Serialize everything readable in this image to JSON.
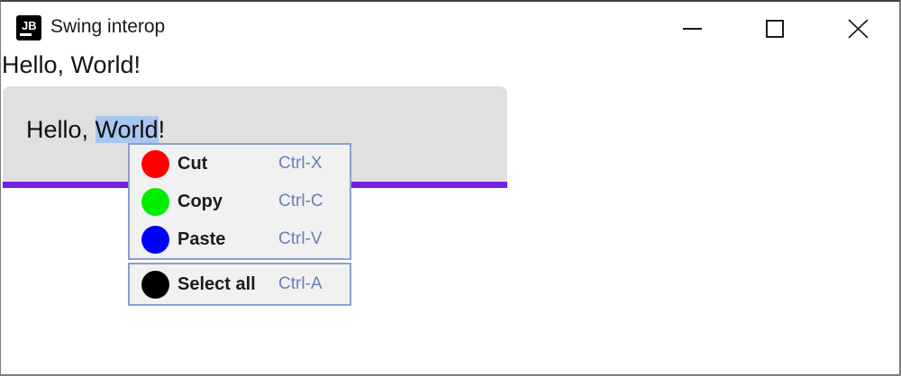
{
  "titlebar": {
    "title": "Swing interop",
    "app_icon": "jetbrains-logo-icon",
    "app_icon_text": "JB",
    "controls": {
      "minimize": "minimize-icon",
      "maximize": "maximize-icon",
      "close": "close-icon"
    }
  },
  "main": {
    "greeting_label": "Hello, World!",
    "textfield": {
      "value": "Hello, World!",
      "before_selection": "Hello, ",
      "selection": "World",
      "after_selection": "!"
    }
  },
  "context_menu": {
    "items": [
      {
        "label": "Cut",
        "shortcut": "Ctrl-X",
        "icon": "red-circle-icon",
        "icon_color": "#ff0000"
      },
      {
        "label": "Copy",
        "shortcut": "Ctrl-C",
        "icon": "green-circle-icon",
        "icon_color": "#00ee00"
      },
      {
        "label": "Paste",
        "shortcut": "Ctrl-V",
        "icon": "blue-circle-icon",
        "icon_color": "#0000ff"
      },
      {
        "label": "Select all",
        "shortcut": "Ctrl-A",
        "icon": "black-circle-icon",
        "icon_color": "#000000"
      }
    ]
  },
  "colors": {
    "underline_accent": "#7122e0",
    "selection_highlight": "#a8c6f0",
    "field_background": "#e0e0e0",
    "menu_background": "#f1f1f1",
    "menu_border": "#8c9fcb",
    "shortcut_text": "#6a7eb9"
  }
}
